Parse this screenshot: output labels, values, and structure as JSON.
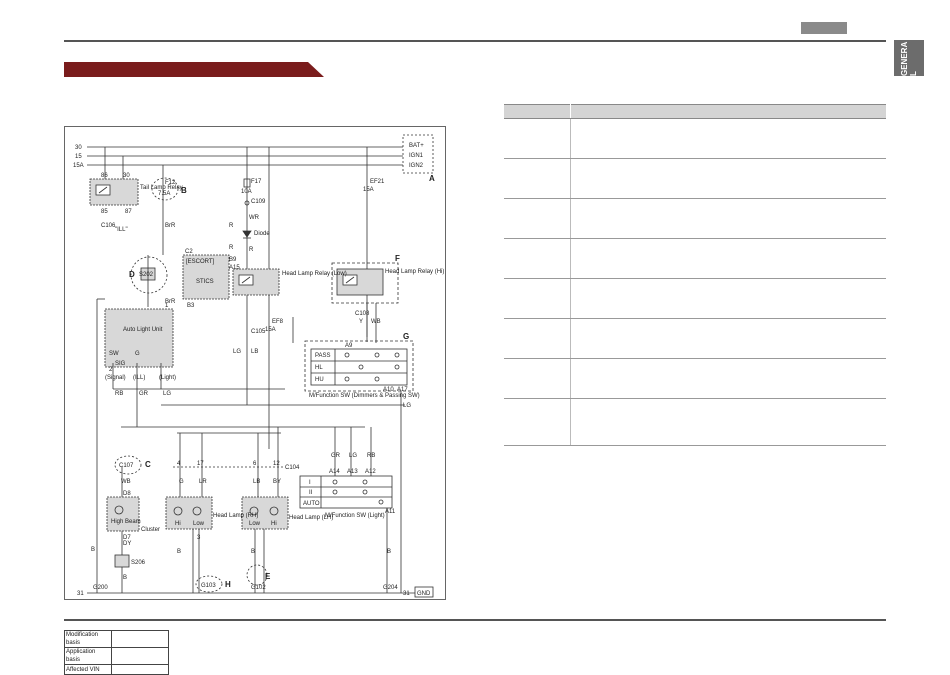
{
  "header": {
    "tab_color": "#8a8a8a",
    "side_tab_label": "GENERA L",
    "banner_color": "#7a1c1c"
  },
  "diagram": {
    "power_lines": [
      "30",
      "15",
      "15A"
    ],
    "power_labels": [
      "BAT+",
      "IGN1",
      "IGN2"
    ],
    "callouts": [
      "A",
      "B",
      "C",
      "D",
      "E",
      "F",
      "G",
      "H"
    ],
    "components": {
      "tail_relay": "Tail Lamp Relay",
      "f12": "F12",
      "f12_amp": "7.5A",
      "stics": "STICS",
      "escort": "[ESCORT]",
      "f17": "F17",
      "f17_amp": "10A",
      "ef21": "EF21",
      "ef21_amp": "15A",
      "ef8": "EF8",
      "ef8_amp": "15A",
      "diode": "Diode",
      "hl_low_relay": "Head Lamp Relay (Low)",
      "hl_hi_relay": "Head Lamp Relay (Hi)",
      "auto_light": "Auto Light Unit",
      "sw_dimmer": "M/Function SW (Dimmers & Passing SW)",
      "sw_light": "M/Function SW (Light)",
      "cluster_lamp": "High Beam",
      "cluster": "Cluster",
      "hl_rh": "Head Lamp (RH)",
      "hl_lh": "Head Lamp (LH)",
      "hi": "Hi",
      "low": "Low",
      "gnd": "GND",
      "ill": "\"ILL\"",
      "signal": "(Signal)",
      "ill2": "(ILL)",
      "light": "(Light)"
    },
    "connectors": [
      "C106",
      "C109",
      "C105",
      "C107",
      "C104",
      "S202",
      "S206",
      "G200",
      "G204",
      "G103",
      "G102",
      "C108"
    ],
    "pins": [
      "86",
      "85",
      "30",
      "87",
      "C2",
      "B9",
      "A15",
      "B3",
      "A9",
      "A14",
      "A13",
      "A12",
      "A11",
      "A10",
      "A17",
      "D8",
      "D7",
      "17",
      "6",
      "12",
      "4",
      "3",
      "2",
      "1",
      "31"
    ],
    "wires": [
      "BrR",
      "BrR",
      "WR",
      "R",
      "R",
      "R",
      "LG",
      "LB",
      "Y",
      "WB",
      "RB",
      "GR",
      "LG",
      "GR",
      "LG",
      "RB",
      "G",
      "LR",
      "LB",
      "BY",
      "WB",
      "DY",
      "B",
      "B",
      "B",
      "B",
      "B",
      "LG"
    ],
    "dimmer_rows": [
      "PASS",
      "HL",
      "HU"
    ],
    "light_rows": [
      "I",
      "II",
      "AUTO"
    ],
    "switch_misc": [
      "SW",
      "SIG",
      "G"
    ]
  },
  "spec_table": {
    "rows": 8
  },
  "modification_table": [
    {
      "label": "Modification basis",
      "value": ""
    },
    {
      "label": "Application basis",
      "value": ""
    },
    {
      "label": "Affected VIN",
      "value": ""
    }
  ]
}
